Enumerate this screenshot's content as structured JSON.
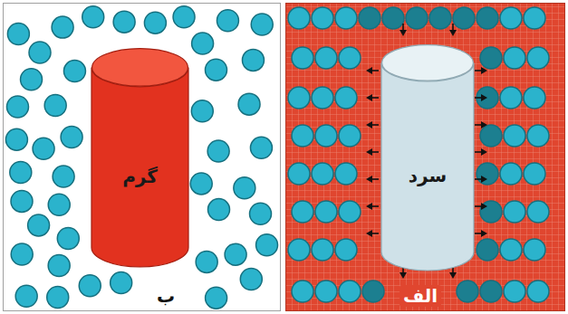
{
  "diagram": {
    "nodes": [
      {
        "text": [
          "الف"
        ]
      },
      {
        "text": [
          "سرد"
        ],
        "in": 0
      },
      {
        "text": [
          "ب"
        ]
      },
      {
        "text": [
          "گرم"
        ],
        "in": 2
      }
    ]
  }
}
